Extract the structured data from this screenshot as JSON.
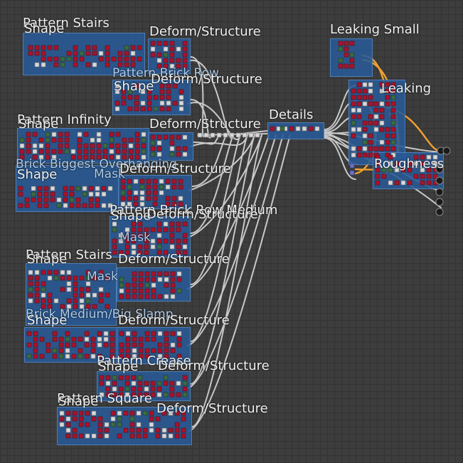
{
  "app": {
    "frames": [
      {
        "id": "pattern-stairs-1",
        "title": "Pattern Stairs",
        "sub": "Shape"
      },
      {
        "id": "deform-1",
        "title": "Deform/Structure"
      },
      {
        "id": "pattern-brick-row",
        "title": "Pattern Brick Row",
        "sub": "Shape"
      },
      {
        "id": "deform-2",
        "title": "Deform/Structure"
      },
      {
        "id": "pattern-infinity",
        "title": "Pattern Infinity",
        "sub": "Shape"
      },
      {
        "id": "deform-3",
        "title": "Deform/Structure"
      },
      {
        "id": "brick-biggest-overhanging",
        "title": "Brick Biggest Overhanging",
        "sub": "Shape",
        "sub2": "Mask"
      },
      {
        "id": "deform-4",
        "title": "Deform/Structure"
      },
      {
        "id": "pattern-brick-row-medium",
        "title": "Pattern Brick Row Medium",
        "sub": "Shape",
        "sub2": "Mask"
      },
      {
        "id": "deform-5",
        "title": "Deform/Structure"
      },
      {
        "id": "pattern-stairs-2",
        "title": "Pattern Stairs",
        "sub": "Shape",
        "sub2": "Mask"
      },
      {
        "id": "deform-6",
        "title": "Deform/Structure"
      },
      {
        "id": "brick-medium-big-slamp",
        "title": "Brick Medium/Big Slamp",
        "sub": "Shape"
      },
      {
        "id": "deform-7",
        "title": "Deform/Structure"
      },
      {
        "id": "pattern-crease",
        "title": "Pattern Crease",
        "sub": "Shape"
      },
      {
        "id": "deform-8",
        "title": "Deform/Structure"
      },
      {
        "id": "pattern-square",
        "title": "Pattern Square",
        "sub": "Shape"
      },
      {
        "id": "deform-9",
        "title": "Deform/Structure"
      },
      {
        "id": "details",
        "title": "Details"
      },
      {
        "id": "leaking-small",
        "title": "Leaking Small"
      },
      {
        "id": "leaking",
        "title": "Leaking"
      },
      {
        "id": "roughness",
        "title": "Roughness"
      }
    ]
  }
}
